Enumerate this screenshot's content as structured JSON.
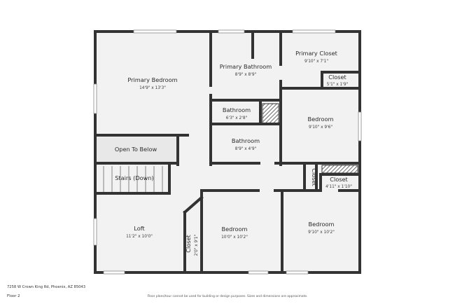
{
  "rooms": {
    "primary_bedroom": {
      "name": "Primary Bedroom",
      "dim": "14'9\" x 13'3\""
    },
    "primary_bathroom": {
      "name": "Primary Bathroom",
      "dim": "8'9\" x 8'9\""
    },
    "primary_closet": {
      "name": "Primary Closet",
      "dim": "9'10\" x 7'1\""
    },
    "closet_a": {
      "name": "Closet",
      "dim": "5'1\" x 1'9\""
    },
    "bathroom_small": {
      "name": "Bathroom",
      "dim": "6'3\" x 2'8\""
    },
    "bathroom": {
      "name": "Bathroom",
      "dim": "8'9\" x 4'9\""
    },
    "bedroom_ne": {
      "name": "Bedroom",
      "dim": "9'10\" x 9'6\""
    },
    "open_below": {
      "name": "Open To Below"
    },
    "stairs": {
      "name": "Stairs (Down)"
    },
    "closet_hall": {
      "name": "Closet"
    },
    "closet_b": {
      "name": "Closet",
      "dim": "4'11\" x 1'10\""
    },
    "loft": {
      "name": "Loft",
      "dim": "11'2\" x 10'0\""
    },
    "closet_c": {
      "name": "Closet",
      "dim": "2'0\" x 9'1\""
    },
    "bedroom_s": {
      "name": "Bedroom",
      "dim": "10'0\" x 10'2\""
    },
    "bedroom_se": {
      "name": "Bedroom",
      "dim": "9'10\" x 10'2\""
    }
  },
  "footer": {
    "address": "7258 W Crown King Rd, Phoenix, AZ 85043",
    "floor": "Floor 2",
    "disclaimer": "Floor plans/tour cannot be used for building or design purposes. Sizes and dimensions are approximate."
  }
}
